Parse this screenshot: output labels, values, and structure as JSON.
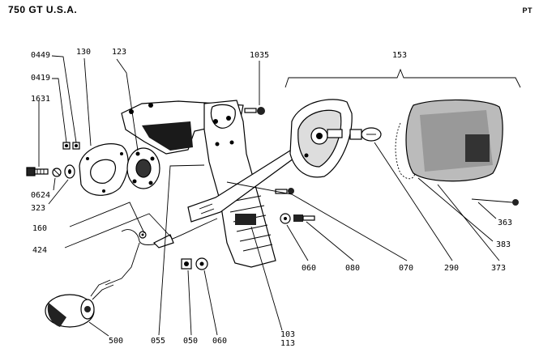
{
  "header": {
    "title": "750 GT U.S.A.",
    "code": "PT"
  },
  "callouts": {
    "c0449": "0449",
    "c0419": "0419",
    "c1631": "1631",
    "c0624": "0624",
    "c323": "323",
    "c130": "130",
    "c123": "123",
    "c160": "160",
    "c424": "424",
    "c500": "500",
    "c055": "055",
    "c050": "050",
    "c060a": "060",
    "c103": "103",
    "c113": "113",
    "c060b": "060",
    "c080": "080",
    "c070": "070",
    "c290": "290",
    "c373": "373",
    "c383": "383",
    "c363": "363",
    "c153": "153",
    "c1035": "1035"
  }
}
